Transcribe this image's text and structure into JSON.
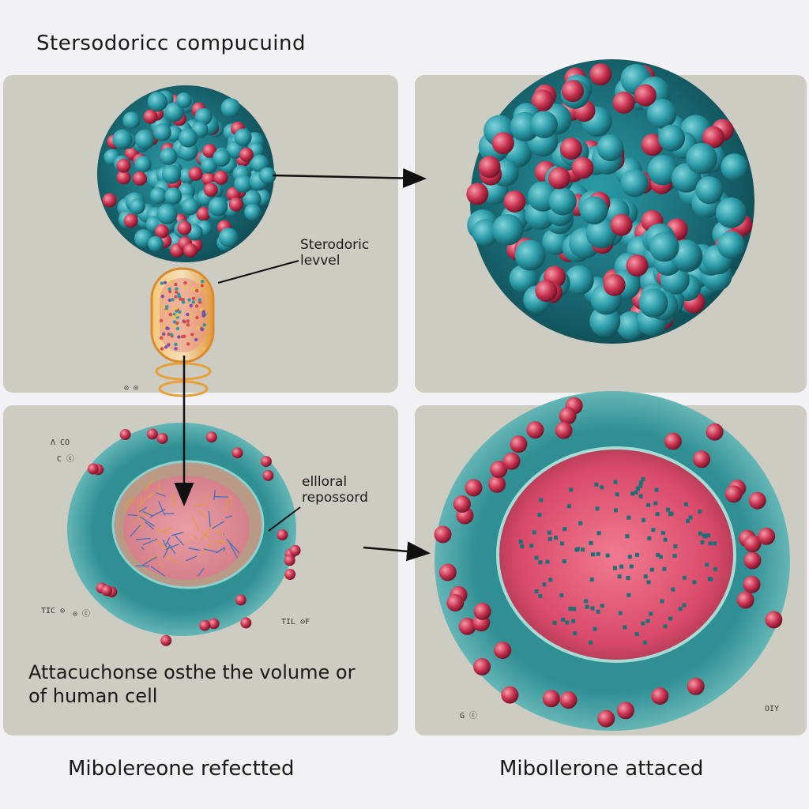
{
  "title": "Stersodoricc compucuind",
  "labels": {
    "steroid_level": [
      "Sterodoric",
      "levvel"
    ],
    "cellular_reservoir": [
      "ellloral",
      "repossord"
    ],
    "caption": [
      "Attacuchonse osthe the volume or",
      "of human cell"
    ]
  },
  "bottom": {
    "left": "Mibolereone refectted",
    "right": "Mibollerone attaced"
  },
  "tiny": [
    "Λ CO",
    "C ⓒ",
    "TIC ⊙",
    "⊙ ⓒ",
    "TIL ⊙F",
    "G ⓒ",
    "OIY",
    "⊙ ⊙"
  ],
  "colors": {
    "background": "#f2f2f4",
    "panel": "#cdccc3",
    "teal_sphere": "#2a9aa6",
    "red_sphere": "#c8324f",
    "capsule": "#f0b14a",
    "cell_membrane": "#3aa9a8",
    "nucleus": "#d94a6a"
  }
}
